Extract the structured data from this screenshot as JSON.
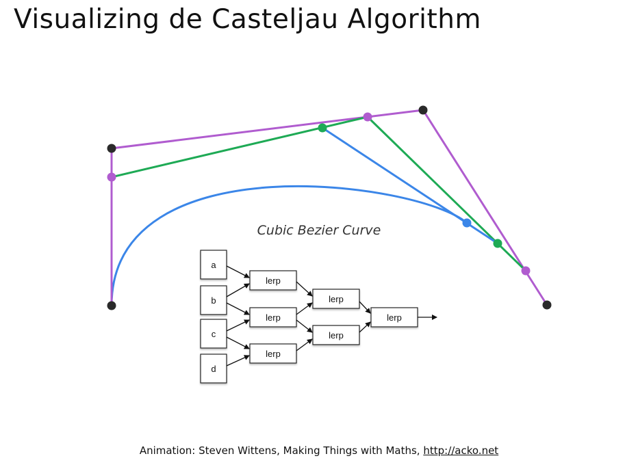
{
  "slide": {
    "title": "Visualizing de Casteljau Algorithm"
  },
  "diagram": {
    "title": "Cubic Bezier Curve",
    "inputs": [
      "a",
      "b",
      "c",
      "d"
    ],
    "lerp_label": "lerp"
  },
  "colors": {
    "control_polygon": "#b05ccf",
    "level_two": "#1eaa55",
    "level_three_and_curve": "#3b86e8",
    "control_point": "#2a2a2a"
  },
  "footer": {
    "credit": "Animation: Steven Wittens, Making Things with Maths, ",
    "link": "http://acko.net"
  }
}
